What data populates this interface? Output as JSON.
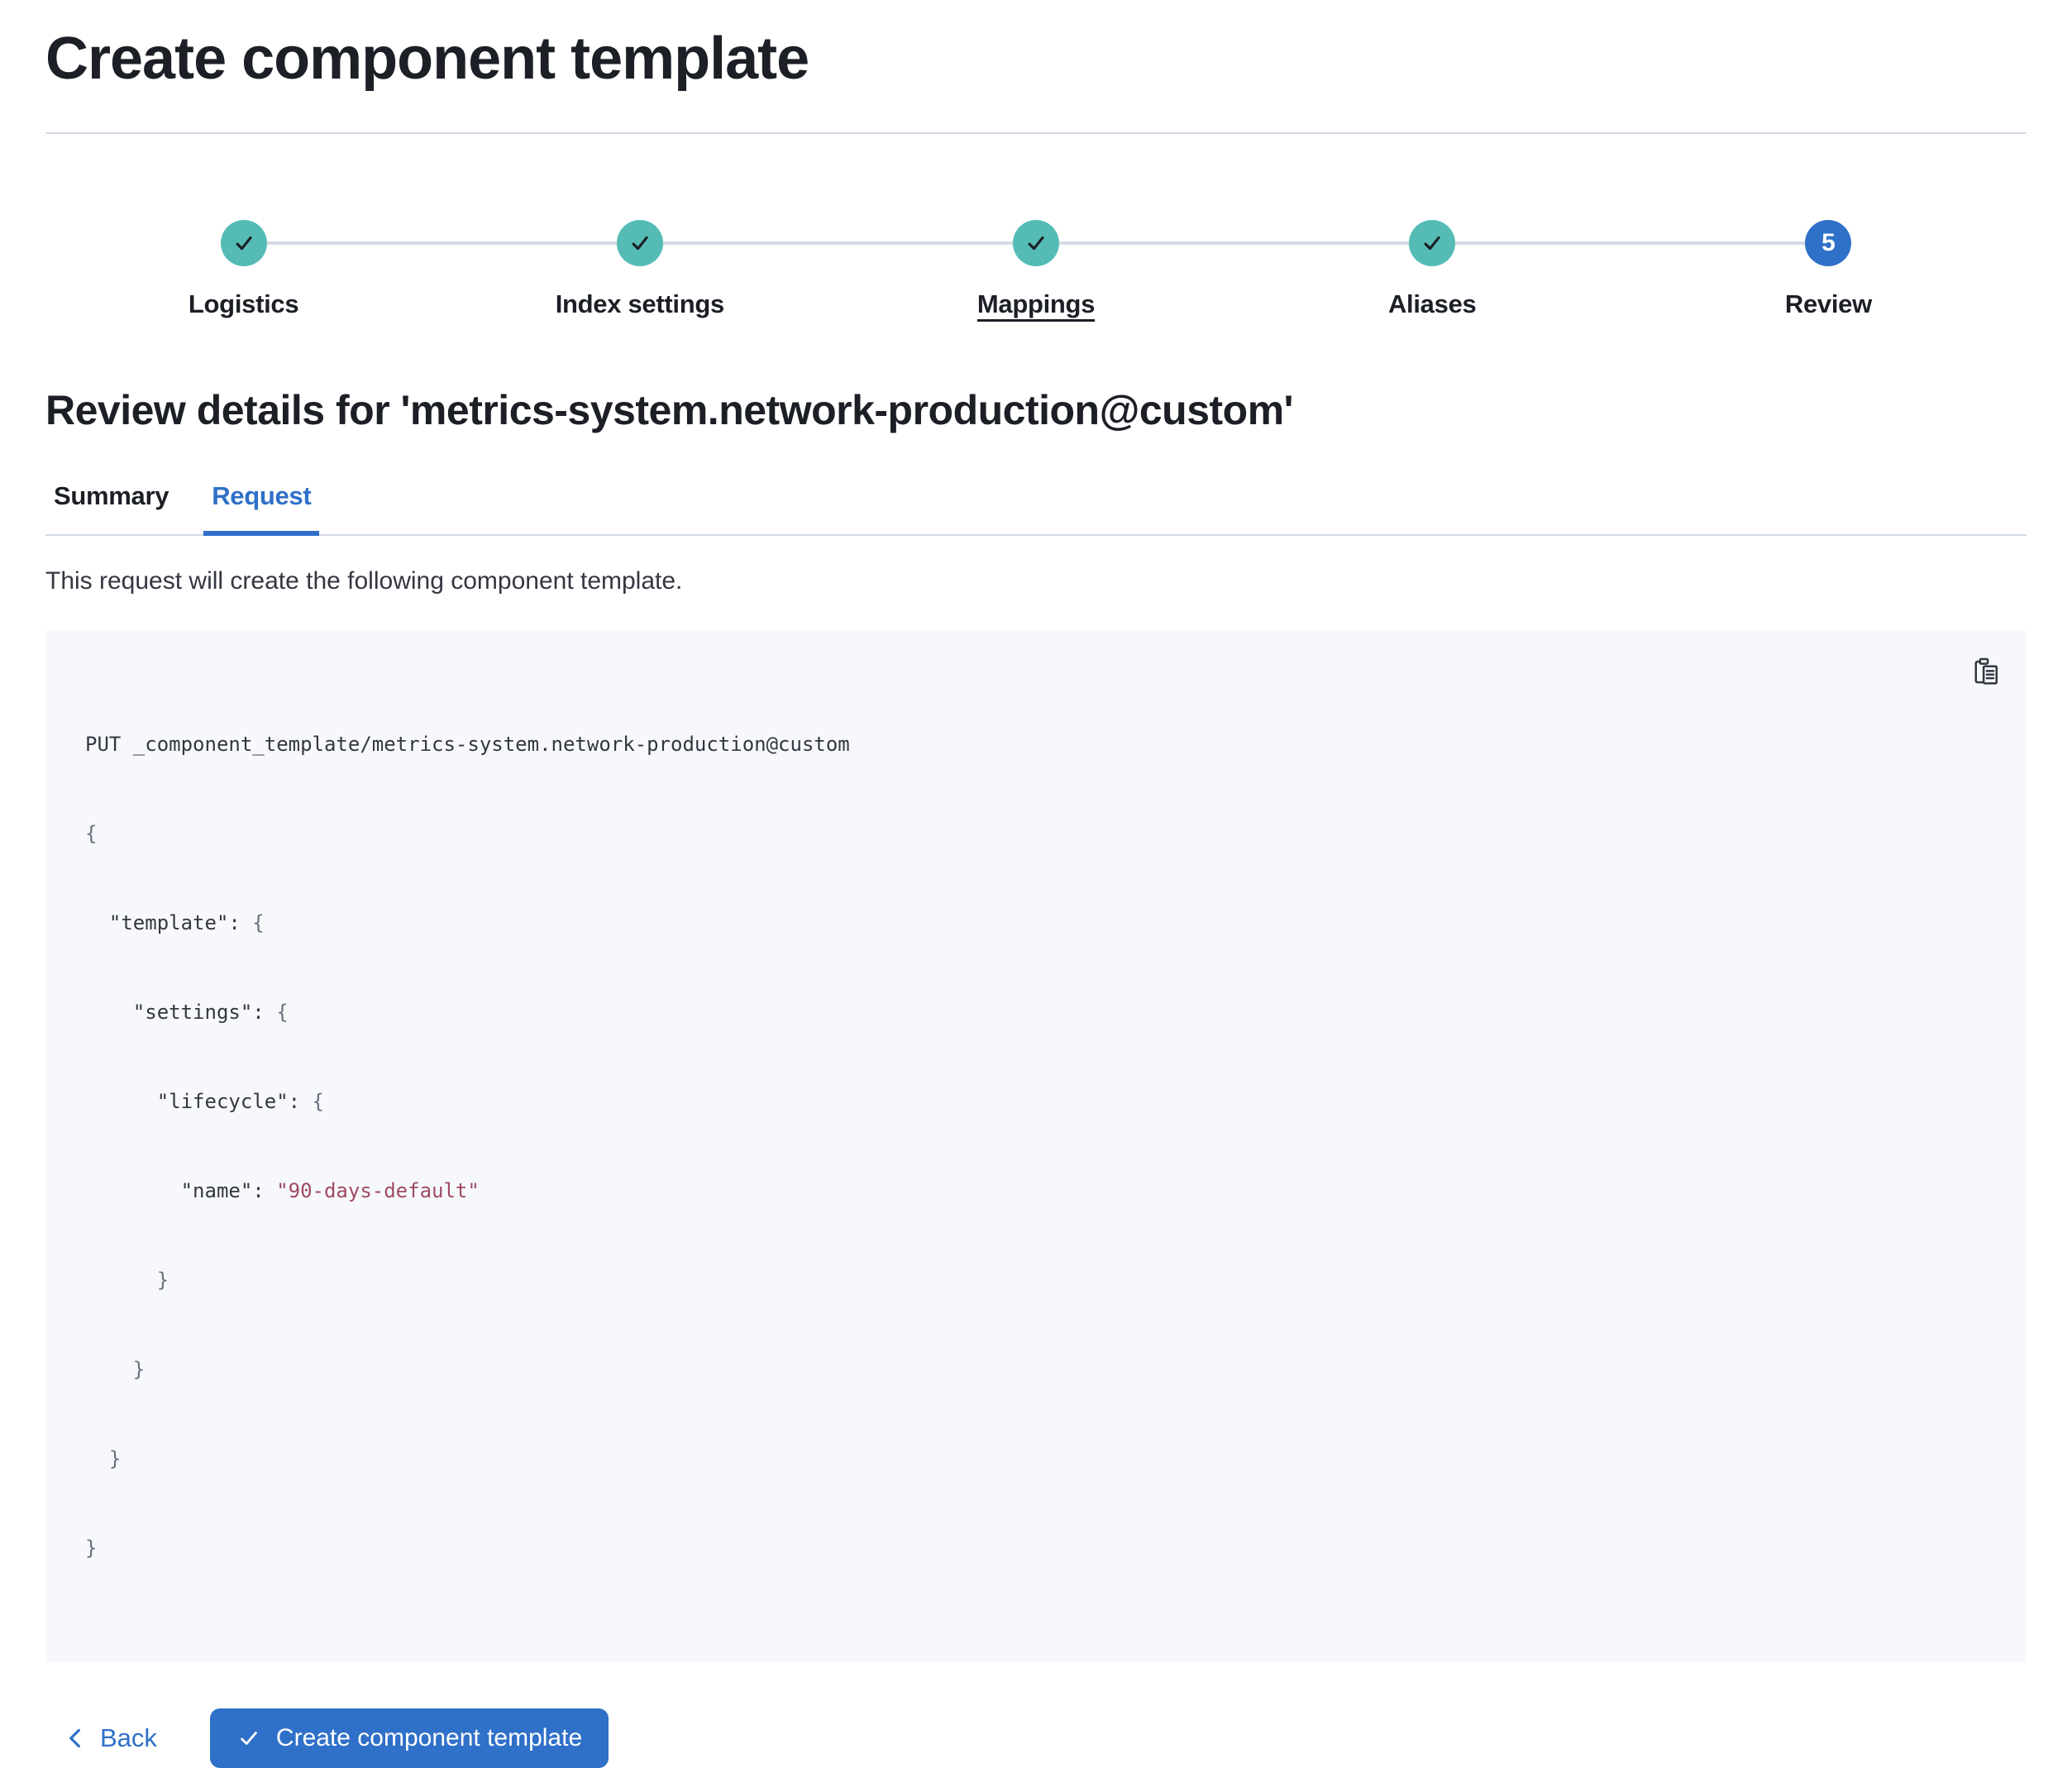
{
  "page": {
    "title": "Create component template"
  },
  "stepper": {
    "steps": [
      {
        "label": "Logistics",
        "status": "complete"
      },
      {
        "label": "Index settings",
        "status": "complete"
      },
      {
        "label": "Mappings",
        "status": "complete-hovered"
      },
      {
        "label": "Aliases",
        "status": "complete"
      },
      {
        "label": "Review",
        "status": "current",
        "number": "5"
      }
    ]
  },
  "review": {
    "heading": "Review details for 'metrics-system.network-production@custom'",
    "tabs": [
      {
        "label": "Summary",
        "selected": false
      },
      {
        "label": "Request",
        "selected": true
      }
    ],
    "description": "This request will create the following component template."
  },
  "request_code": {
    "copy_icon": "copy-clipboard-icon",
    "lines": [
      {
        "text": "PUT _component_template/metrics-system.network-production@custom"
      },
      {
        "punct": "{"
      },
      {
        "text": "  \"template\": ",
        "punct": "{"
      },
      {
        "text": "    \"settings\": ",
        "punct": "{"
      },
      {
        "text": "      \"lifecycle\": ",
        "punct": "{"
      },
      {
        "text": "        \"name\": ",
        "string": "\"90-days-default\""
      },
      {
        "punct": "      }"
      },
      {
        "punct": "    }"
      },
      {
        "punct": "  }"
      },
      {
        "punct": "}"
      }
    ]
  },
  "footer": {
    "back_label": "Back",
    "submit_label": "Create component template"
  },
  "colors": {
    "accent_blue": "#2F70C8",
    "success_teal": "#54BCB4",
    "divider_gray": "#D3DAE6",
    "heading_text": "#1C1F26",
    "body_text": "#343741",
    "code_background": "#F7F8FC",
    "code_punctuation": "#69707D",
    "code_string": "#A04A63"
  }
}
